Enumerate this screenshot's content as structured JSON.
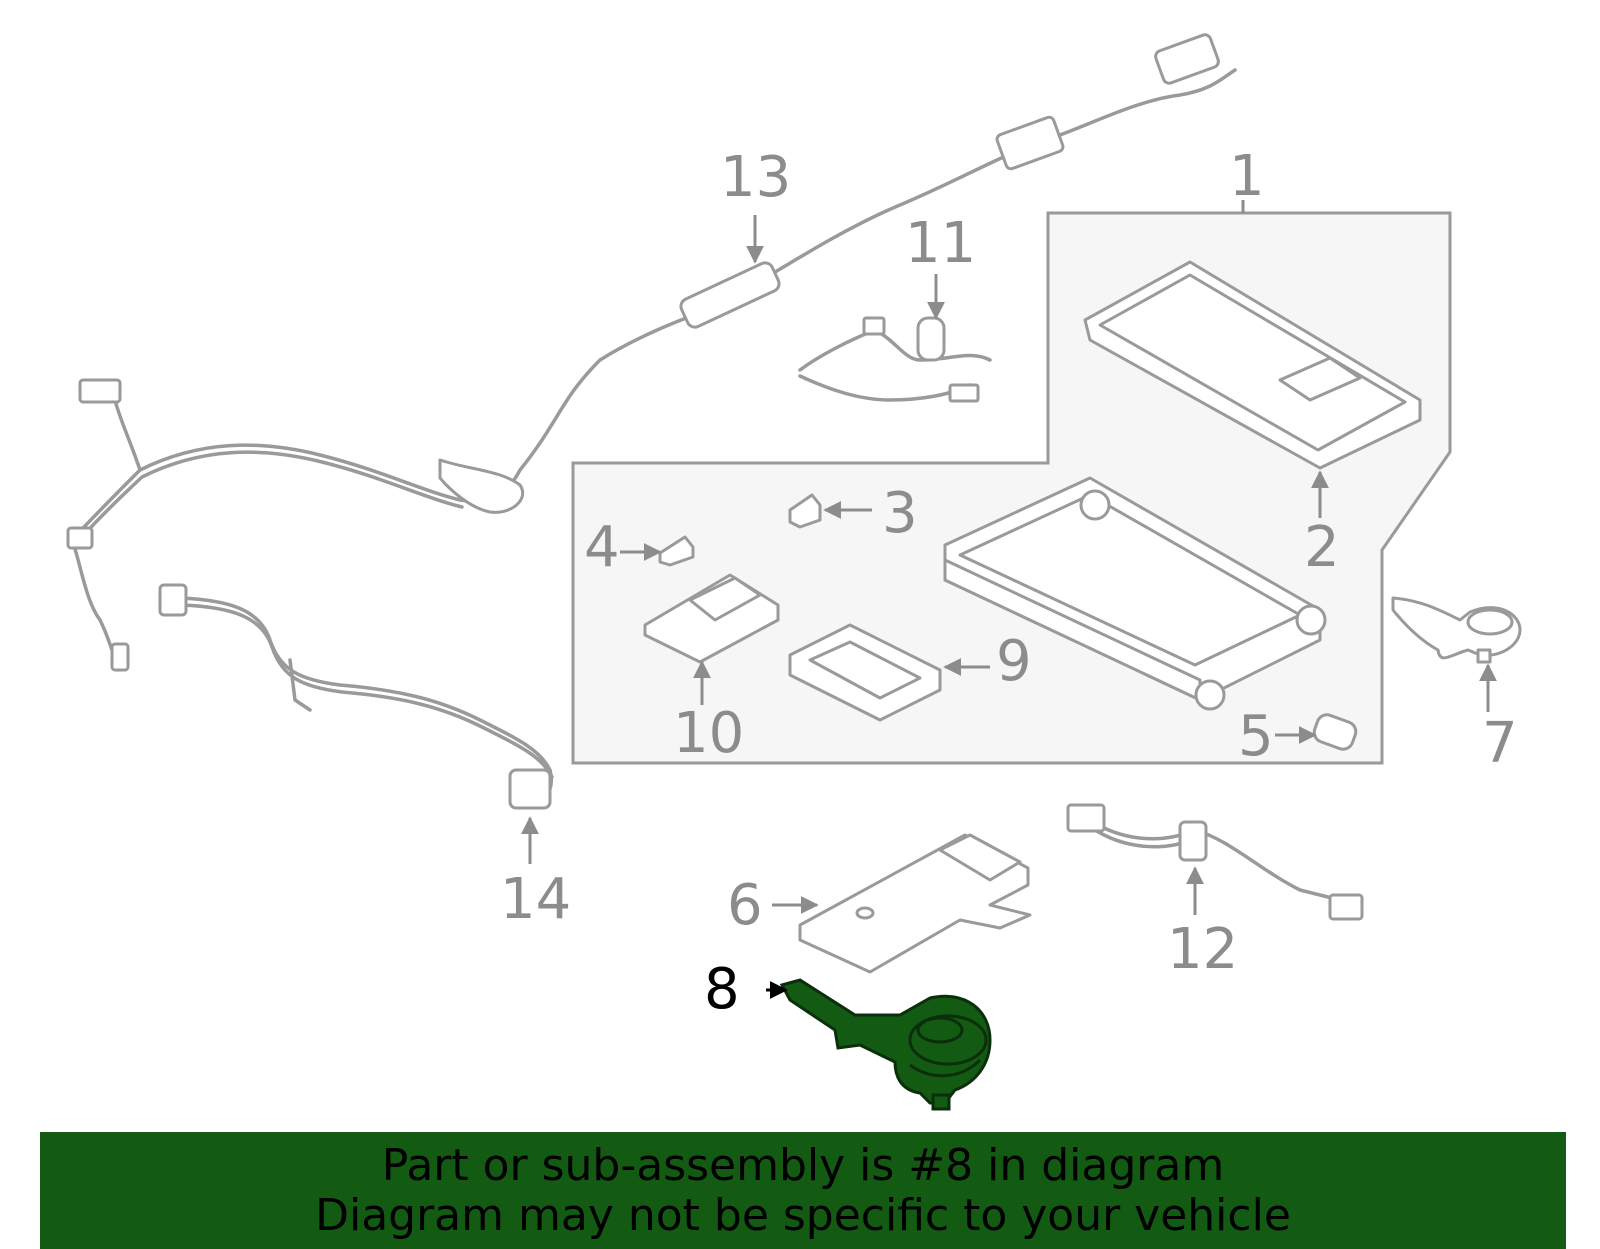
{
  "callouts": {
    "c1": "1",
    "c2": "2",
    "c3": "3",
    "c4": "4",
    "c5": "5",
    "c6": "6",
    "c7": "7",
    "c8": "8",
    "c9": "9",
    "c10": "10",
    "c11": "11",
    "c12": "12",
    "c13": "13",
    "c14": "14"
  },
  "highlight": {
    "part": "8",
    "color": "#135a12"
  },
  "banner": {
    "line1": "Part or sub-assembly is #8 in diagram",
    "line2": "Diagram may not be specific to your vehicle",
    "background": "#135a12"
  }
}
